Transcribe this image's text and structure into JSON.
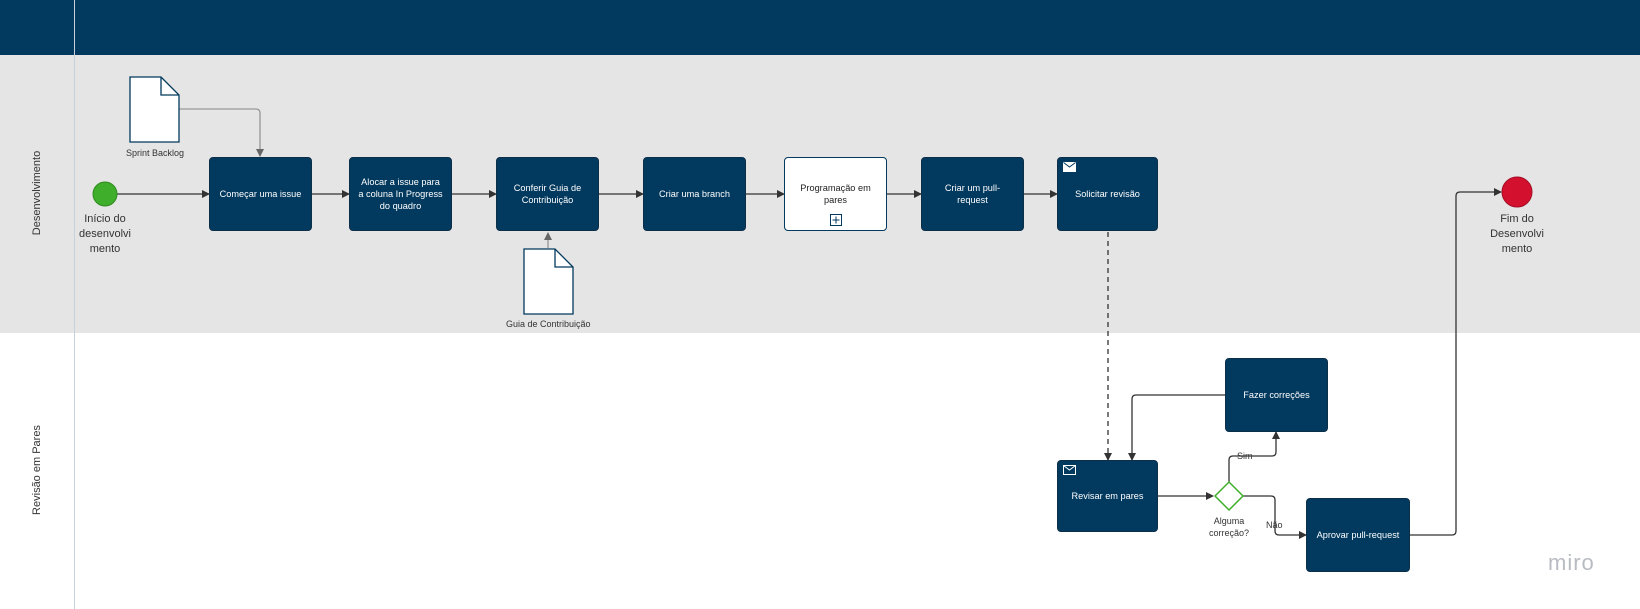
{
  "lanes": [
    {
      "label": "Desenvolvimento"
    },
    {
      "label": "Revisão em Pares"
    }
  ],
  "events": {
    "start": {
      "label": "Início do desenvolvi mento",
      "color": "#3fae2a"
    },
    "end": {
      "label": "Fim do Desenvolvi mento",
      "color": "#d3112f"
    }
  },
  "documents": {
    "sprint_backlog": "Sprint Backlog",
    "guia_contribuicao": "Guia de Contribuição"
  },
  "tasks": {
    "comecar_issue": "Começar uma issue",
    "alocar_issue": "Alocar a issue para a coluna In Progress do quadro",
    "conferir_guia": "Conferir Guia de Contribuição",
    "criar_branch": "Criar uma branch",
    "programacao_pares": "Programação em pares",
    "criar_pull_request": "Criar um pull-request",
    "solicitar_revisao": "Solicitar revisão",
    "fazer_correcoes": "Fazer correções",
    "revisar_pares": "Revisar em pares",
    "aprovar_pull_request": "Aprovar pull-request"
  },
  "gateway": {
    "label": "Alguma correção?",
    "yes_label": "Sim",
    "no_label": "Não",
    "color": "#3fae2a"
  },
  "colors": {
    "header": "#02395e",
    "task": "#02395e",
    "lane_bg": "#e5e5e5"
  },
  "watermark": "miro"
}
